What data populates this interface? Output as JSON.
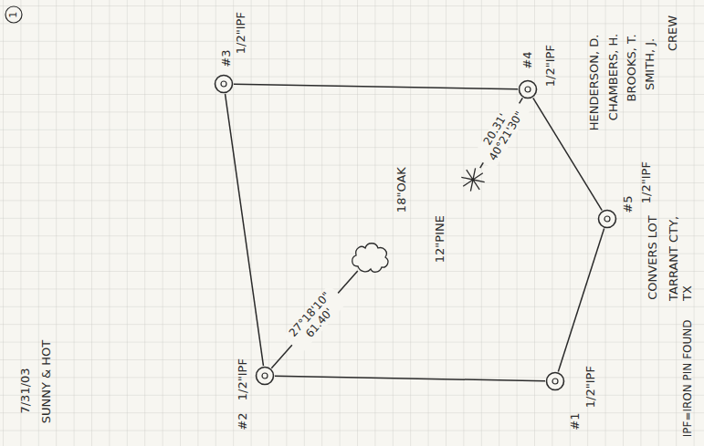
{
  "diagram": {
    "nodes": [
      {
        "text": [
          "#1",
          "1/2\"IPF"
        ]
      },
      {
        "text": [
          "#2",
          "1/2\"IPF"
        ]
      },
      {
        "text": [
          "#3",
          "1/2\"IPF"
        ]
      },
      {
        "text": [
          "#4",
          "1/2\"IPF"
        ]
      },
      {
        "text": [
          "#5",
          "1/2\"IPF"
        ]
      },
      {
        "text": [
          "18\"OAK"
        ]
      },
      {
        "text": [
          "12\"PINE"
        ]
      }
    ],
    "edges": [
      {
        "from": 0,
        "to": 1,
        "arrow": "none"
      },
      {
        "from": 1,
        "to": 2,
        "arrow": "none"
      },
      {
        "from": 2,
        "to": 3,
        "arrow": "none"
      },
      {
        "from": 3,
        "to": 4,
        "arrow": "none"
      },
      {
        "from": 4,
        "to": 0,
        "arrow": "none"
      },
      {
        "from": 1,
        "to": 5,
        "label": "27°18'10\" 61.40'",
        "arrow": "none"
      },
      {
        "from": 3,
        "to": 6,
        "label": "20.31' 40°21'30\"",
        "arrow": "none"
      }
    ],
    "labels": [
      "1",
      "7/31/03",
      "SUNNY & HOT",
      "CREW",
      "SMITH, J.",
      "BROOKS, T.",
      "CHAMBERS, H.",
      "HENDERSON, D.",
      "CONVERS LOT",
      "TARRANT CTY, TX",
      "IPF=IRON PIN FOUND"
    ]
  }
}
